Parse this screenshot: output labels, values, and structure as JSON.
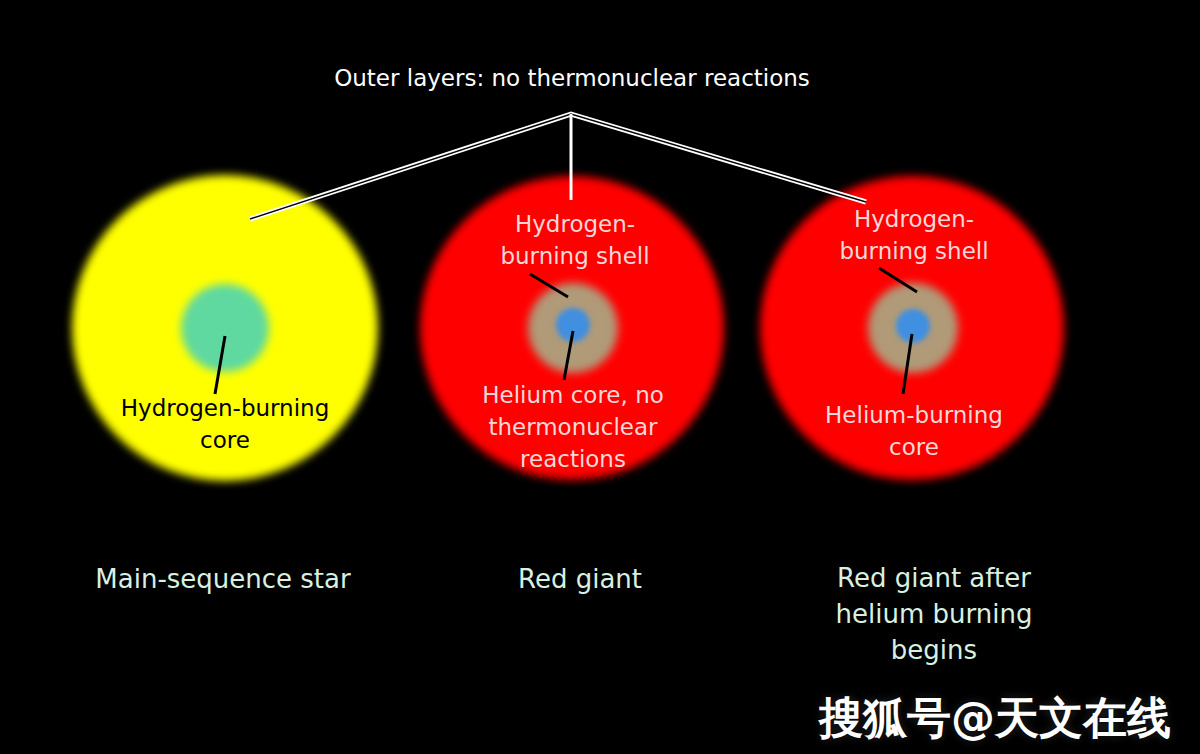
{
  "diagram": {
    "nodes": [
      {
        "text": [
          "Hydrogen-burning core",
          "Main-sequence star"
        ]
      },
      {
        "text": [
          "Hydrogen-burning shell",
          "Helium core, no thermonuclear reactions",
          "Red giant"
        ]
      },
      {
        "text": [
          "Hydrogen-burning shell",
          "Helium-burning core",
          "Red giant after helium burning begins"
        ]
      }
    ],
    "labels": [
      "Outer layers: no thermonuclear reactions",
      "搜狐号@天文在线"
    ]
  }
}
